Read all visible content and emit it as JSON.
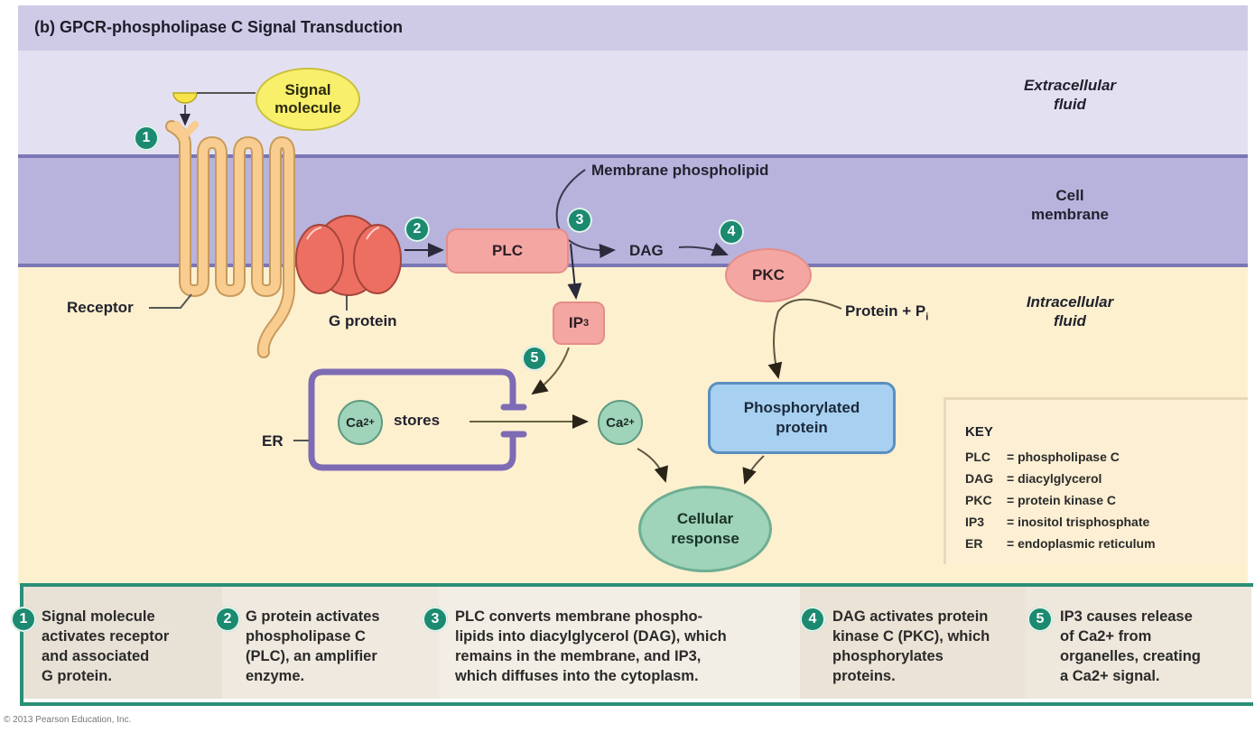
{
  "title": "(b) GPCR-phospholipase C Signal Transduction",
  "colors": {
    "extracellular": "#e3e1f1",
    "header_band": "#cfcbe6",
    "membrane": "#b7b3dd",
    "membrane_edge": "#7b76b4",
    "intracellular": "#fdf0cf",
    "badge": "#1b8a70",
    "enzyme": "#f4a6a3",
    "receptor": "#f8cd8f",
    "g_protein": "#ec6f62",
    "er": "#7d6bb4",
    "calcium": "#9fd3ba",
    "phosphorylated_protein": "#a8d0f0",
    "step_border": "#2a8f76"
  },
  "regions": {
    "extracellular": "Extracellular\nfluid",
    "membrane_line1": "Cell",
    "membrane_line2": "membrane",
    "intracellular_line1": "Intracellular",
    "intracellular_line2": "fluid",
    "extracellular_line1": "Extracellular",
    "extracellular_line2": "fluid"
  },
  "labels": {
    "signal_line1": "Signal",
    "signal_line2": "molecule",
    "receptor": "Receptor",
    "g_protein": "G protein",
    "membrane_phospholipid": "Membrane phospholipid",
    "plc": "PLC",
    "dag": "DAG",
    "pkc": "PKC",
    "ip3_base": "IP",
    "ip3_sub": "3",
    "protein_pi_base": "Protein + P",
    "protein_pi_sub": "i",
    "phos_line1": "Phosphorylated",
    "phos_line2": "protein",
    "ca_base": "Ca",
    "ca_sup": "2+",
    "stores": "stores",
    "er": "ER",
    "cell_line1": "Cellular",
    "cell_line2": "response"
  },
  "badges": [
    "1",
    "2",
    "3",
    "4",
    "5"
  ],
  "key": {
    "title": "KEY",
    "rows": [
      {
        "abbr": "PLC",
        "def": "= phospholipase C"
      },
      {
        "abbr": "DAG",
        "def": "= diacylglycerol"
      },
      {
        "abbr": "PKC",
        "def": "= protein kinase C"
      },
      {
        "abbr": "IP3",
        "def": "= inositol trisphosphate"
      },
      {
        "abbr": "ER",
        "def": "= endoplasmic reticulum"
      }
    ]
  },
  "steps": [
    {
      "num": "1",
      "lines": [
        "Signal molecule",
        "activates receptor",
        "and associated",
        "G protein."
      ]
    },
    {
      "num": "2",
      "lines": [
        "G protein activates",
        "phospholipase C",
        "(PLC), an amplifier",
        "enzyme."
      ]
    },
    {
      "num": "3",
      "lines": [
        "PLC converts membrane phospho-",
        "lipids into diacylglycerol (DAG), which",
        "remains in the membrane, and IP3,",
        "which diffuses into the cytoplasm."
      ]
    },
    {
      "num": "4",
      "lines": [
        "DAG activates protein",
        "kinase C (PKC), which",
        "phosphorylates",
        "proteins."
      ]
    },
    {
      "num": "5",
      "lines": [
        "IP3 causes release",
        "of Ca2+ from",
        "organelles, creating",
        "a Ca2+ signal."
      ]
    }
  ],
  "copyright": "© 2013 Pearson Education, Inc."
}
